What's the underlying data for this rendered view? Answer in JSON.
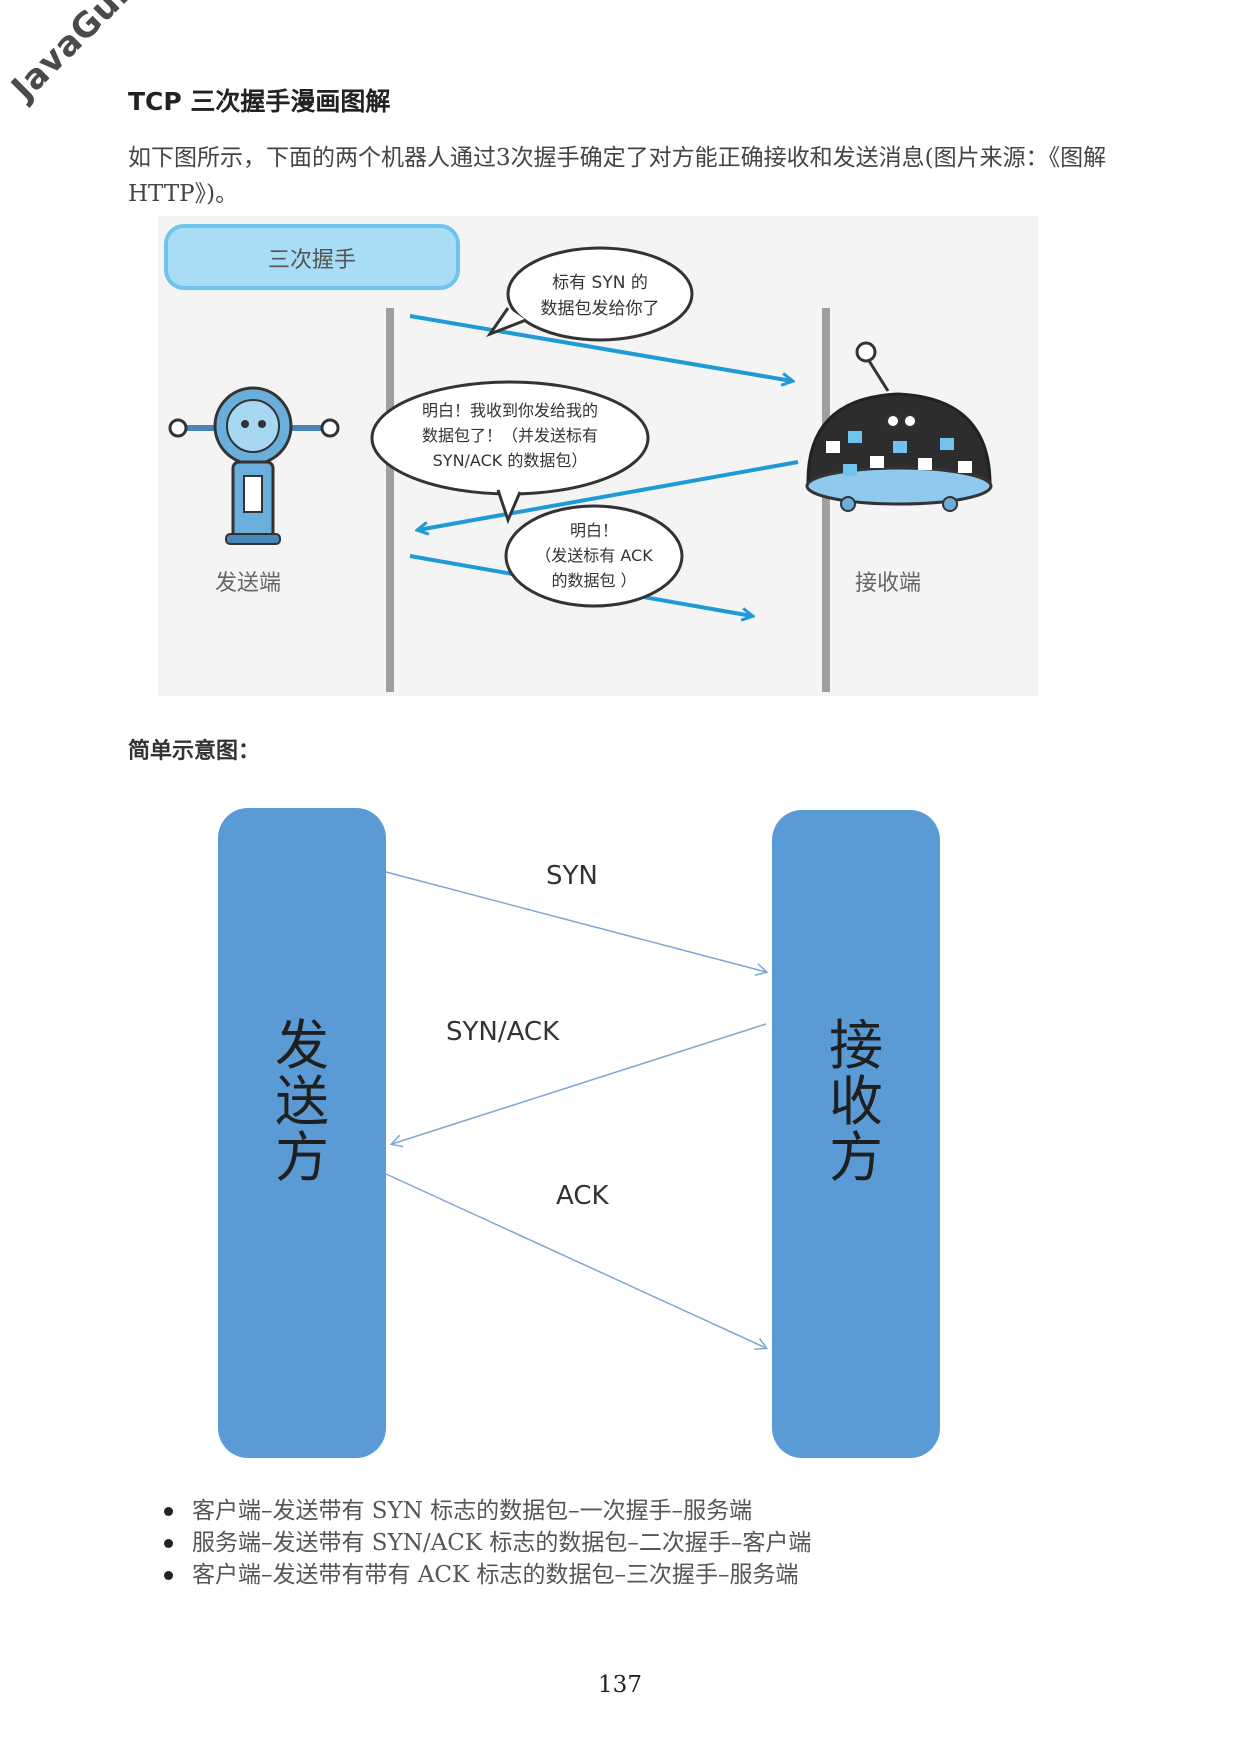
{
  "watermark": "JavaGuide",
  "section_title": "TCP 三次握手漫画图解",
  "intro_text": "如下图所示，下面的两个机器人通过3次握手确定了对方能正确接收和发送消息(图片来源：《图解HTTP》)。",
  "comic": {
    "banner": "三次握手",
    "sender_label": "发送端",
    "receiver_label": "接收端",
    "bubble1": [
      "标有 SYN 的",
      "数据包发给你了"
    ],
    "bubble2": [
      "明白！我收到你发给我的",
      "数据包了！（并发送标有",
      "SYN/ACK 的数据包）"
    ],
    "bubble3": [
      "明白！",
      "（发送标有 ACK",
      "的数据包 ）"
    ]
  },
  "sub_title": "简单示意图：",
  "diagram": {
    "left_box": "发送方",
    "right_box": "接收方",
    "arrows": [
      "SYN",
      "SYN/ACK",
      "ACK"
    ],
    "box_color": "#5b9bd5",
    "arrow_color": "#7fa7d6"
  },
  "bullets": [
    "客户端–发送带有 SYN 标志的数据包–一次握手–服务端",
    "服务端–发送带有 SYN/ACK 标志的数据包–二次握手–客户端",
    "客户端–发送带有带有 ACK 标志的数据包–三次握手–服务端"
  ],
  "page_number": "137"
}
